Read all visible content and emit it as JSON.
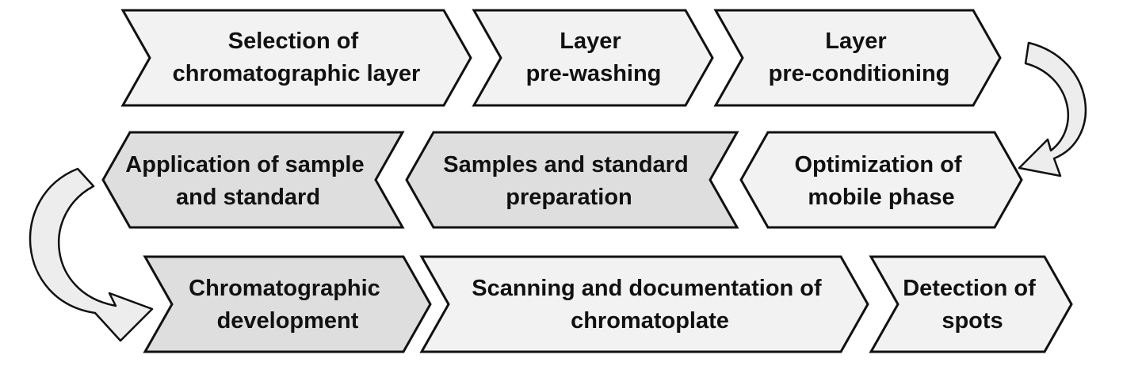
{
  "steps": [
    {
      "id": "selection",
      "lines": [
        "Selection of",
        "chromatographic layer"
      ]
    },
    {
      "id": "prewashing",
      "lines": [
        "Layer",
        "pre-washing"
      ]
    },
    {
      "id": "preconditioning",
      "lines": [
        "Layer",
        "pre-conditioning"
      ]
    },
    {
      "id": "optimization",
      "lines": [
        "Optimization of",
        "mobile phase"
      ]
    },
    {
      "id": "preparation",
      "lines": [
        "Samples and standard",
        "preparation"
      ]
    },
    {
      "id": "application",
      "lines": [
        "Application of sample",
        "and standard"
      ]
    },
    {
      "id": "development",
      "lines": [
        "Chromatographic",
        "development"
      ]
    },
    {
      "id": "scanning",
      "lines": [
        "Scanning and documentation of",
        "chromatoplate"
      ]
    },
    {
      "id": "detection",
      "lines": [
        "Detection of",
        "spots"
      ]
    }
  ]
}
